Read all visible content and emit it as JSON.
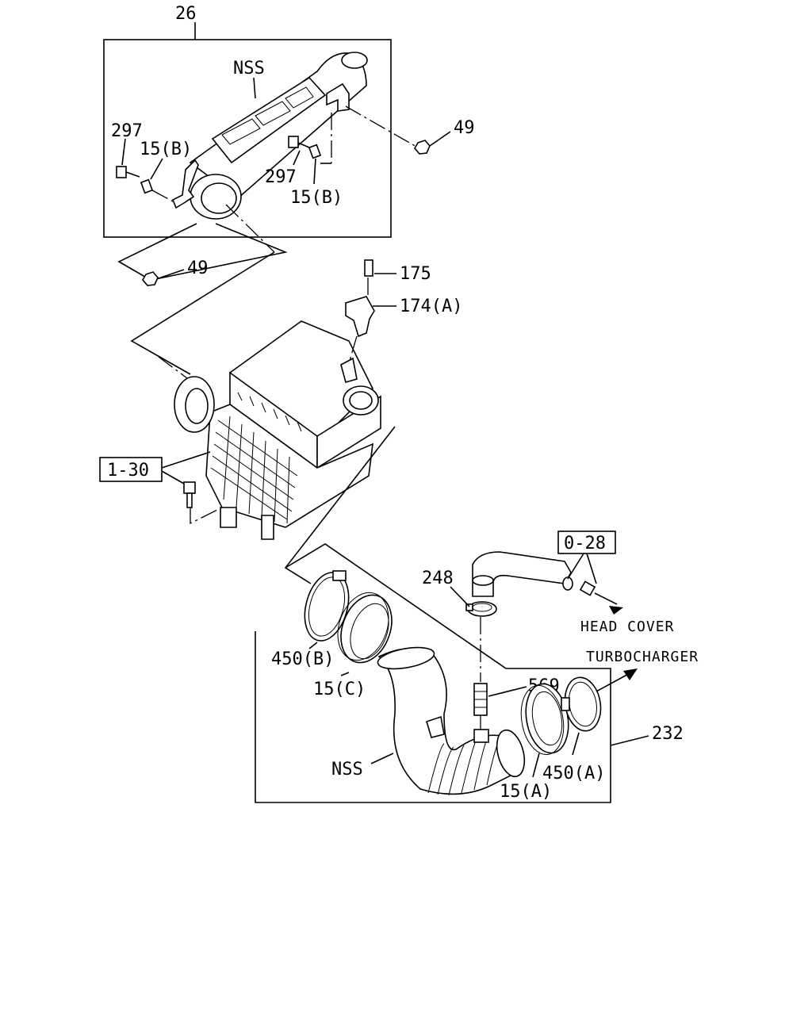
{
  "labels": {
    "p26": "26",
    "nss_top": "NSS",
    "p297_left": "297",
    "p15b_left": "15(B)",
    "p297_right": "297",
    "p15b_right": "15(B)",
    "p49_right": "49",
    "p49_left": "49",
    "p175": "175",
    "p174a": "174(A)",
    "ref_1_30": "1-30",
    "ref_0_28": "0-28",
    "p248": "248",
    "head_cover": "HEAD COVER",
    "turbocharger": "TURBOCHARGER",
    "p450b": "450(B)",
    "p15c": "15(C)",
    "p569": "569",
    "p232": "232",
    "nss_bottom": "NSS",
    "p15a": "15(A)",
    "p450a": "450(A)"
  }
}
